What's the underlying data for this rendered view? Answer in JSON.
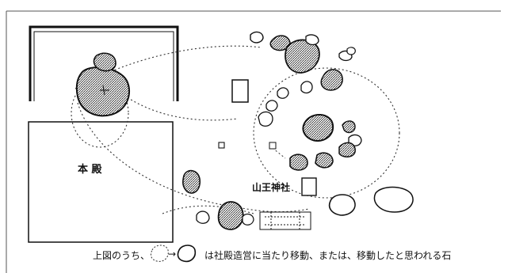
{
  "labels": {
    "main_hall": "本 殿",
    "sanno_shrine": "山王神社",
    "caption_prefix": "上図のうち、",
    "caption_arrow": "→",
    "caption_suffix": "は社殿造営に当たり移動、または、移動したと思われる石"
  },
  "colors": {
    "ink": "#111111",
    "paper": "#ffffff"
  }
}
